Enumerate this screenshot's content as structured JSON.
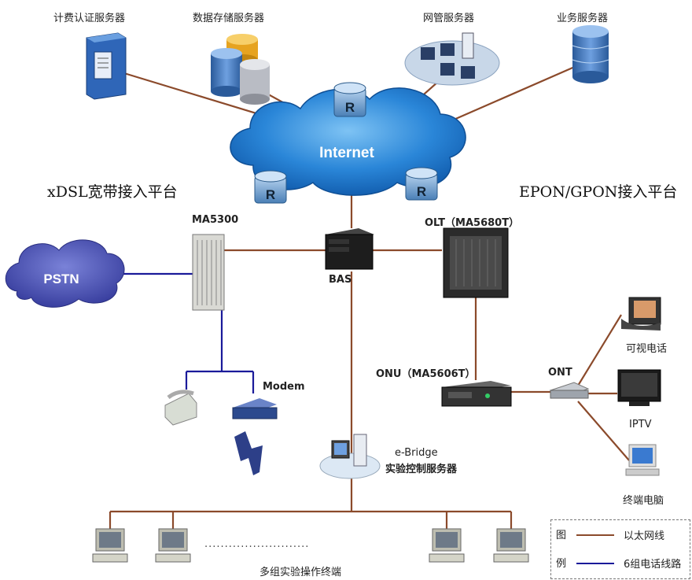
{
  "servers": {
    "billing": "计费认证服务器",
    "storage": "数据存储服务器",
    "nms": "网管服务器",
    "service": "业务服务器"
  },
  "cloud_internet": "Internet",
  "cloud_pstn": "PSTN",
  "router_letter": "R",
  "platforms": {
    "xdsl": "xDSL宽带接入平台",
    "pon": "EPON/GPON接入平台"
  },
  "devices": {
    "ma5300": "MA5300",
    "bas": "BAS",
    "olt": "OLT（MA5680T）",
    "onu": "ONU（MA5606T）",
    "ont": "ONT",
    "modem": "Modem",
    "video_phone": "可视电话",
    "iptv": "IPTV",
    "terminal_pc": "终端电脑",
    "ebridge_line1": "e-Bridge",
    "ebridge_line2": "实验控制服务器",
    "terminals": "多组实验操作终端",
    "ellipsis": "··························"
  },
  "legend": {
    "title_1": "图",
    "title_2": "例",
    "ethernet": "以太网线",
    "telephone": "6组电话线路"
  },
  "colors": {
    "ethernet_line": "#8b4a2b",
    "telephone_line": "#1a1a9a",
    "cloud_blue": "#1f6fc8",
    "pstn_blue": "#5058b8"
  }
}
